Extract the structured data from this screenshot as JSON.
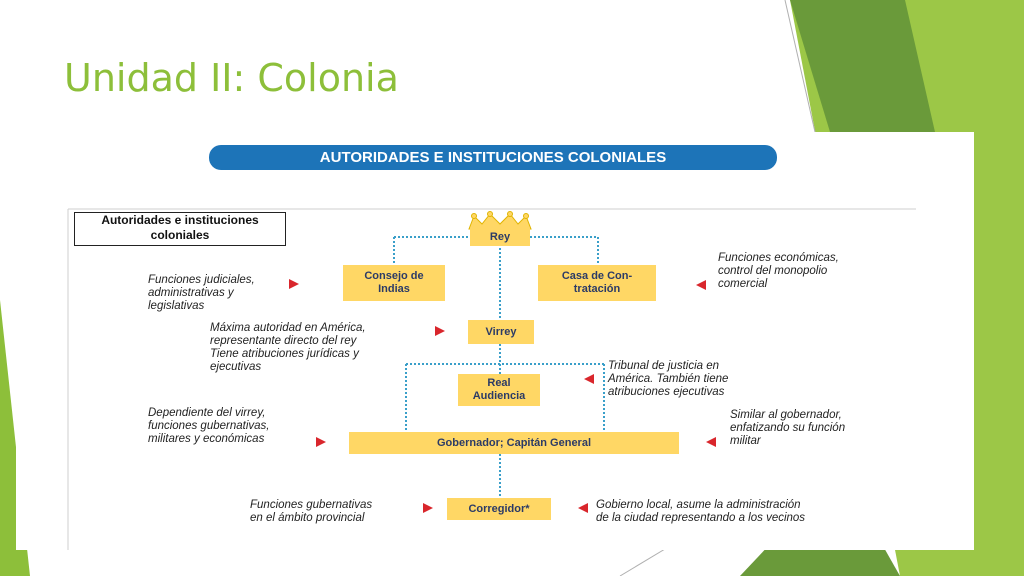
{
  "slide": {
    "title": "Unidad II: Colonia"
  },
  "diagram": {
    "banner": "AUTORIDADES E INSTITUCIONES COLONIALES",
    "legend_line1": "Autoridades e instituciones",
    "legend_line2": "coloniales",
    "nodes": {
      "rey": "Rey",
      "consejo_line1": "Consejo de",
      "consejo_line2": "Indias",
      "casa_line1": "Casa de Con-",
      "casa_line2": "tratación",
      "virrey": "Virrey",
      "audiencia_line1": "Real",
      "audiencia_line2": "Audiencia",
      "gobernador": "Gobernador; Capitán General",
      "corregidor": "Corregidor*"
    },
    "notes": {
      "consejo": "Funciones judiciales,\nadministrativas y\nlegislativas",
      "casa": "Funciones económicas,\ncontrol del monopolio\ncomercial",
      "virrey": "Máxima autoridad en América,\nrepresentante directo del rey\nTiene atribuciones jurídicas y\nejecutivas",
      "audiencia": "Tribunal de justicia en\nAmérica. También tiene\natribuciones ejecutivas",
      "gobernador_left": "Dependiente del virrey,\nfunciones gubernativas,\nmilitares y económicas",
      "gobernador_right": "Similar al gobernador,\nenfatizando su función\nmilitar",
      "corregidor_left": "Funciones gubernativas\nen el ámbito provincial",
      "corregidor_right": "Gobierno local, asume la administración\nde la ciudad representando a los vecinos"
    }
  },
  "colors": {
    "accent_green": "#8dbf3a",
    "dark_green": "#6a9a3a",
    "banner_blue": "#1d74b8",
    "box_yellow": "#ffd765",
    "arrow_red": "#d9262c",
    "dotted_line": "#3a9fc9"
  }
}
